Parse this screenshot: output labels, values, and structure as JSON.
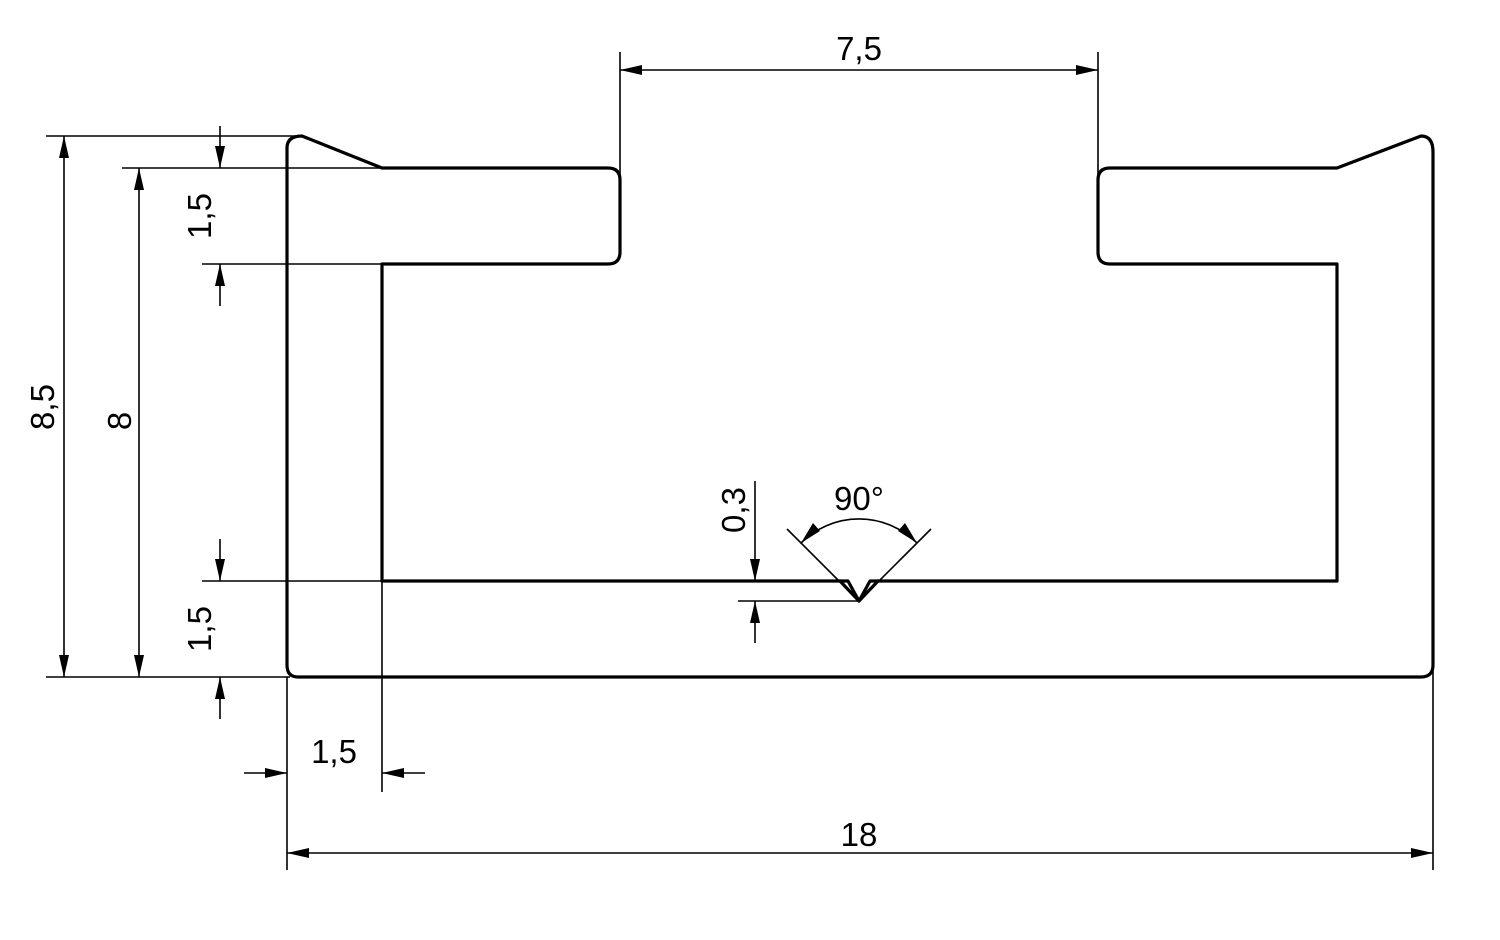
{
  "drawing": {
    "line_color": "#000000",
    "background": "#ffffff",
    "dimensions": {
      "overall_width": "18",
      "slot_opening": "7,5",
      "overall_height": "8,5",
      "inner_height": "8",
      "top_lip_thickness": "1,5",
      "bottom_wall_thickness": "1,5",
      "side_wall_thickness": "1,5",
      "groove_depth": "0,3",
      "groove_angle": "90°"
    }
  }
}
